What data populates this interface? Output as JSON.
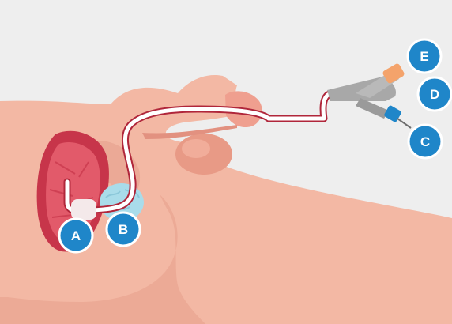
{
  "colors": {
    "background": "#eeeeee",
    "body_tissue": "#f3b8a4",
    "body_tissue_shadow": "#e9a592",
    "bladder_wall": "#c7354a",
    "bladder_inner": "#e25a6a",
    "prostate": "#a9dcea",
    "catheter_outline": "#b0263a",
    "catheter_fill": "#ffffff",
    "connector_grey": "#a8a8a8",
    "connector_blue": "#1f86c9",
    "connector_orange": "#f4a36b",
    "marker_fill": "#1f86c9",
    "marker_text": "#ffffff"
  },
  "markers": [
    {
      "id": "A",
      "label": "A"
    },
    {
      "id": "B",
      "label": "B"
    },
    {
      "id": "C",
      "label": "C"
    },
    {
      "id": "D",
      "label": "D"
    },
    {
      "id": "E",
      "label": "E"
    }
  ]
}
